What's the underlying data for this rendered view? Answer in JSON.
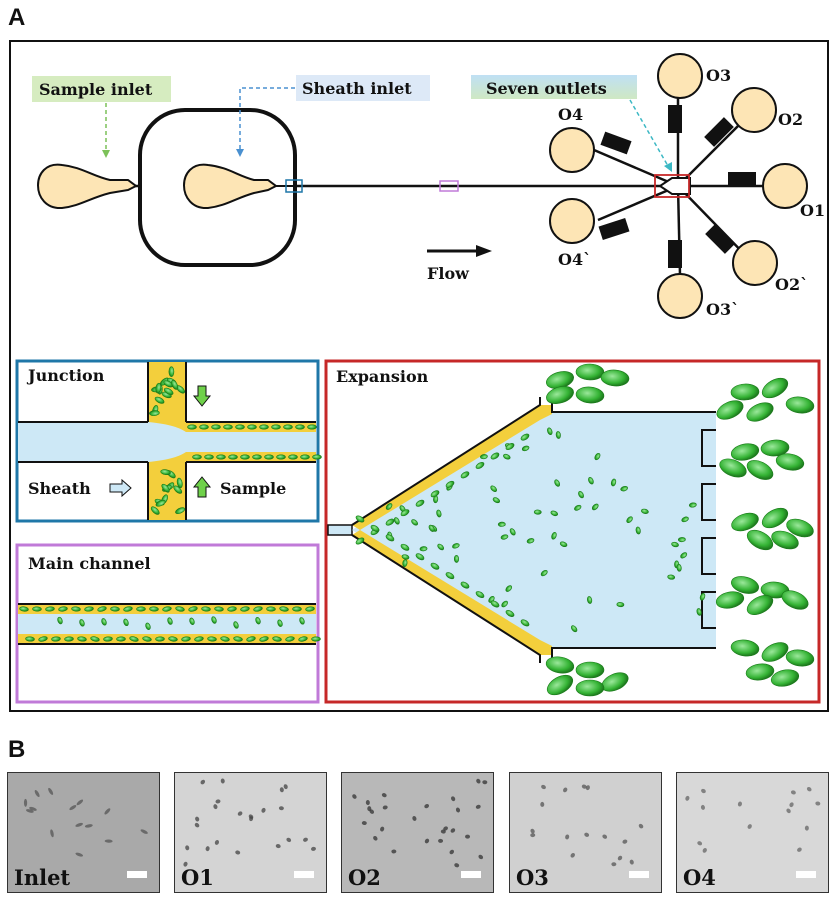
{
  "panels": {
    "a": "A",
    "b": "B"
  },
  "schematic": {
    "sample_inlet": "Sample inlet",
    "sheath_inlet": "Sheath inlet",
    "seven_outlets": "Seven outlets",
    "flow": "Flow",
    "outlets": {
      "o1": "O1",
      "o2": "O2",
      "o2p": "O2`",
      "o3": "O3",
      "o3p": "O3`",
      "o4": "O4",
      "o4p": "O4`"
    }
  },
  "junction": {
    "title": "Junction",
    "sheath": "Sheath",
    "sample": "Sample"
  },
  "main_channel": {
    "title": "Main channel"
  },
  "expansion": {
    "title": "Expansion"
  },
  "micrographs": [
    "Inlet",
    "O1",
    "O2",
    "O3",
    "O4"
  ],
  "colors": {
    "reservoir": "#fde5b5",
    "sample_fluid": "#f3cf3c",
    "sheath_fluid": "#cde8f6",
    "cell": "#3fc13f",
    "junction_frame": "#1f77a8",
    "main_channel_frame": "#c07ad8",
    "expansion_frame": "#c62828",
    "sample_label_bg": "#d6ecc0",
    "sheath_label_bg": "#dde9f7"
  }
}
